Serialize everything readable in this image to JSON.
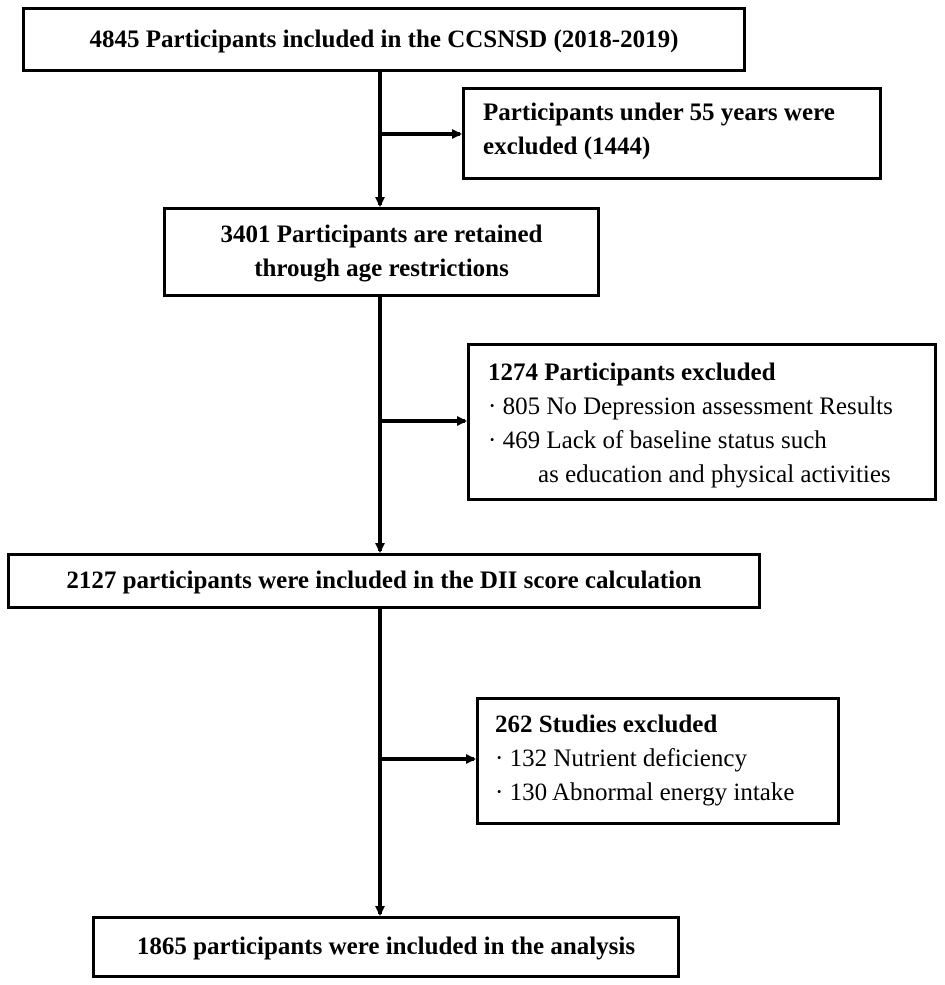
{
  "boxes": {
    "start": "4845 Participants included in the CCSNSD (2018-2019)",
    "excl_age": [
      "Participants under 55 years were",
      "excluded (1444)"
    ],
    "retained": [
      "3401 Participants are retained",
      "through age restrictions"
    ],
    "excl_1274": {
      "title": "1274 Participants excluded",
      "items": [
        "· 805 No Depression assessment Results",
        "· 469 Lack of baseline status such",
        "as education and physical activities"
      ]
    },
    "dii": "2127 participants were included in the DII score calculation",
    "excl_262": {
      "title": "262 Studies excluded",
      "items": [
        "· 132 Nutrient deficiency",
        "· 130 Abnormal energy intake"
      ]
    },
    "final": "1865 participants were included in the analysis"
  },
  "colors": {
    "line": "#000000",
    "background": "#ffffff"
  }
}
